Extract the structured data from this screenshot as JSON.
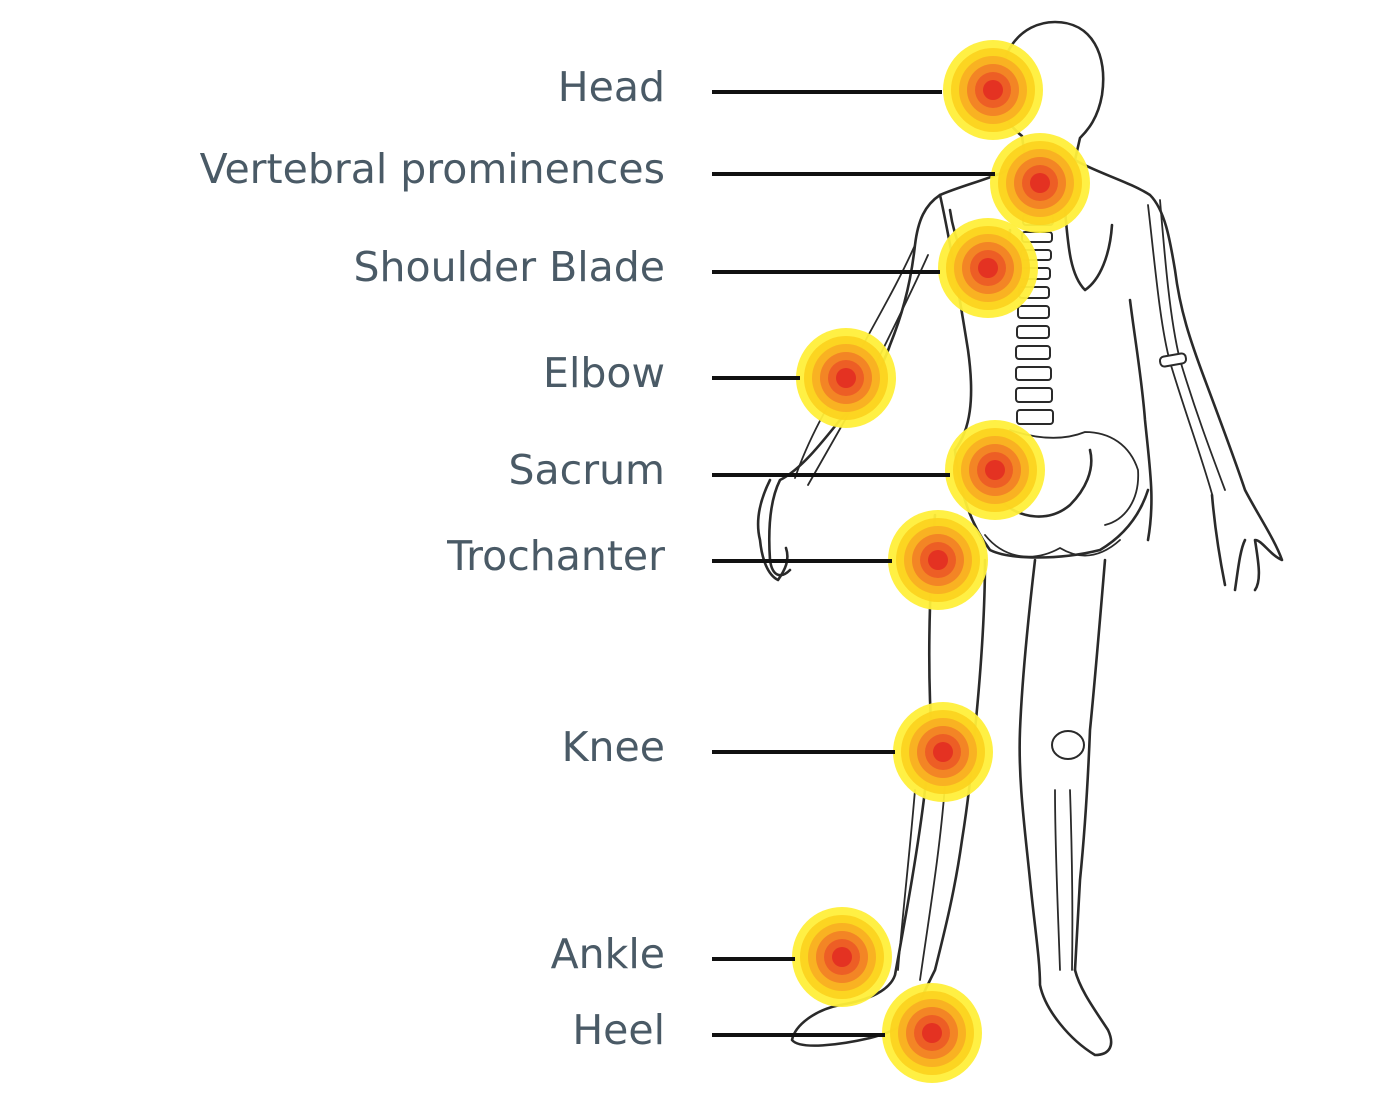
{
  "figure": {
    "ring_colors": [
      "#ffef3a",
      "#fcd21e",
      "#f8ae22",
      "#f28026",
      "#ec5a26",
      "#e22e22"
    ],
    "line_color": "#111111",
    "label_color": "#4a5a66"
  },
  "pressure_points": [
    {
      "id": "head",
      "label": "Head"
    },
    {
      "id": "vertebral",
      "label": "Vertebral prominences"
    },
    {
      "id": "shoulder-blade",
      "label": "Shoulder Blade"
    },
    {
      "id": "elbow",
      "label": "Elbow"
    },
    {
      "id": "sacrum",
      "label": "Sacrum"
    },
    {
      "id": "trochanter",
      "label": "Trochanter"
    },
    {
      "id": "knee",
      "label": "Knee"
    },
    {
      "id": "ankle",
      "label": "Ankle"
    },
    {
      "id": "heel",
      "label": "Heel"
    }
  ]
}
